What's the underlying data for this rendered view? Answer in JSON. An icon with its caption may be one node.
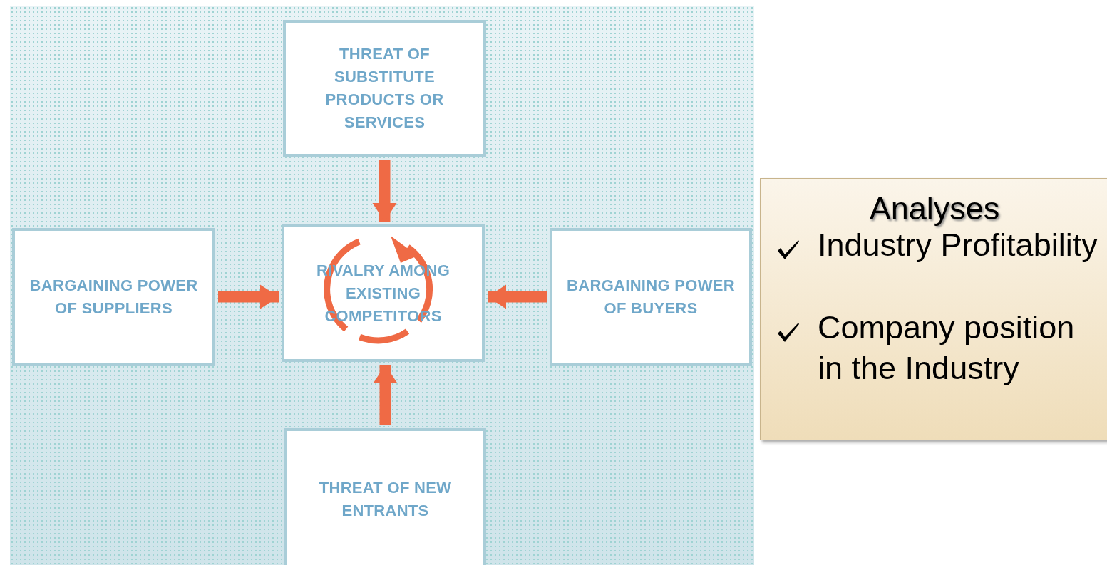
{
  "diagram": {
    "nodes": [
      {
        "text": [
          "THREAT OF SUBSTITUTE PRODUCTS OR SERVICES"
        ]
      },
      {
        "text": [
          "BARGAINING POWER OF SUPPLIERS"
        ]
      },
      {
        "text": [
          "RIVALRY AMONG EXISTING COMPETITORS"
        ]
      },
      {
        "text": [
          "BARGAINING POWER OF BUYERS"
        ]
      },
      {
        "text": [
          "THREAT OF NEW ENTRANTS"
        ]
      },
      {
        "text": [
          "Analyses",
          "Industry Profitability",
          "Company position in the Industry"
        ]
      }
    ],
    "edges": [
      {
        "from": 0,
        "to": 2,
        "arrow": "to"
      },
      {
        "from": 1,
        "to": 2,
        "arrow": "to"
      },
      {
        "from": 3,
        "to": 2,
        "arrow": "to"
      },
      {
        "from": 4,
        "to": 2,
        "arrow": "to"
      }
    ]
  }
}
